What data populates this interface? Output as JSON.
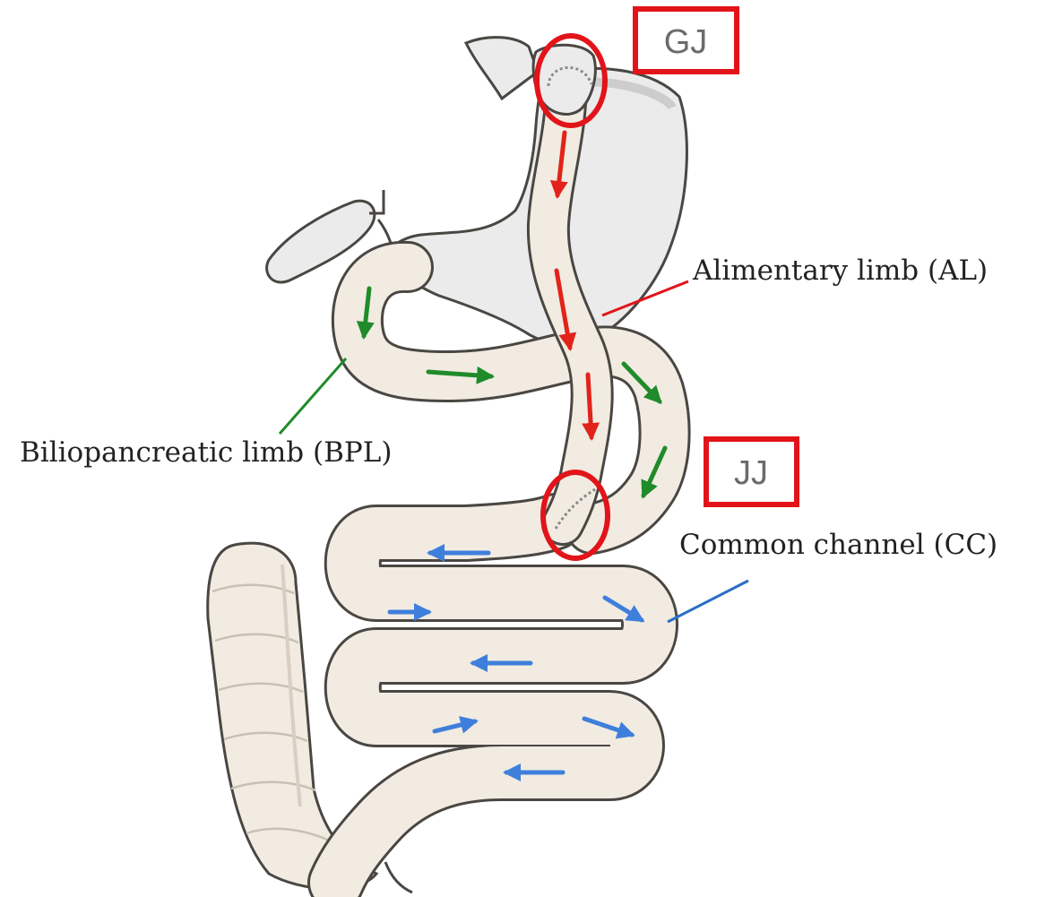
{
  "labels": {
    "gj": "GJ",
    "jj": "JJ",
    "alimentary": "Alimentary limb (AL)",
    "biliopancreatic": "Biliopancreatic limb (BPL)",
    "common": "Common channel (CC)"
  },
  "colors": {
    "marker": "#e2141a",
    "alimentary_flow": "#e2231a",
    "biliopancreatic_flow": "#1f8b2a",
    "common_flow": "#3f7fdc",
    "bowel_fill": "#f1ebe1",
    "bowel_outline": "#4a4743",
    "stomach_fill": "#ebebeb"
  }
}
